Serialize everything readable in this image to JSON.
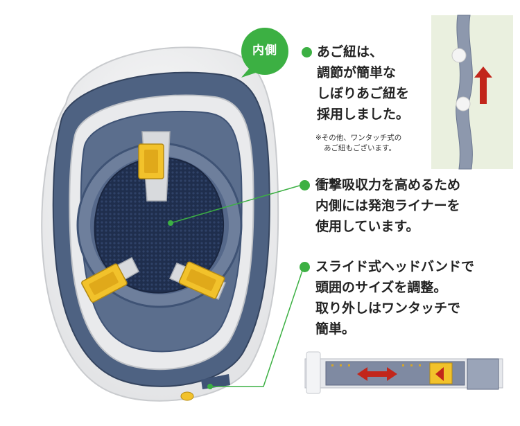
{
  "badge": {
    "label": "内側",
    "color": "#3cb043"
  },
  "colors": {
    "accent_green": "#3cb043",
    "helmet_shell": "#f2f2f2",
    "liner_navy": "#3f5375",
    "pad_yellow": "#f2c22b",
    "arrow_red": "#c2261b"
  },
  "features": [
    {
      "lines": [
        "あご紐は、",
        "調節が簡単な",
        "しぼりあご紐を",
        "採用しました。"
      ],
      "note": [
        "※その他、ワンタッチ式の",
        "あご紐もございます。"
      ]
    },
    {
      "lines": [
        "衝撃吸収力を高めるため",
        "内側には発泡ライナーを",
        "使用しています。"
      ]
    },
    {
      "lines": [
        "スライド式ヘッドバンドで",
        "頭囲のサイズを調整。",
        "取り外しはワンタッチで",
        "簡単。"
      ]
    }
  ],
  "icons": [
    "chin-strap-photo",
    "headband-photo",
    "helmet-interior-illustration"
  ]
}
